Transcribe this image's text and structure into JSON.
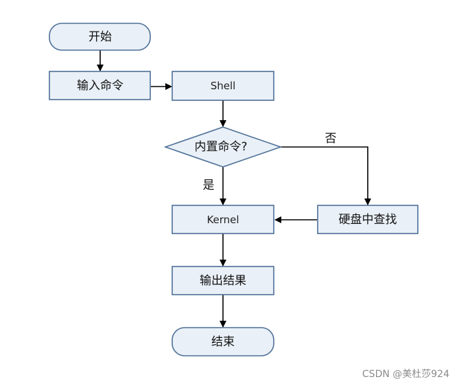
{
  "colors": {
    "box_fill": "#e9f0f7",
    "box_stroke": "#4d6f96",
    "arrow": "#000000"
  },
  "nodes": {
    "start": "开始",
    "input": "输入命令",
    "shell": "Shell",
    "builtin": "内置命令?",
    "kernel": "Kernel",
    "disk": "硬盘中查找",
    "output": "输出结果",
    "end": "结束"
  },
  "edges": {
    "yes": "是",
    "no": "否"
  },
  "watermark": "CSDN @美杜莎924"
}
